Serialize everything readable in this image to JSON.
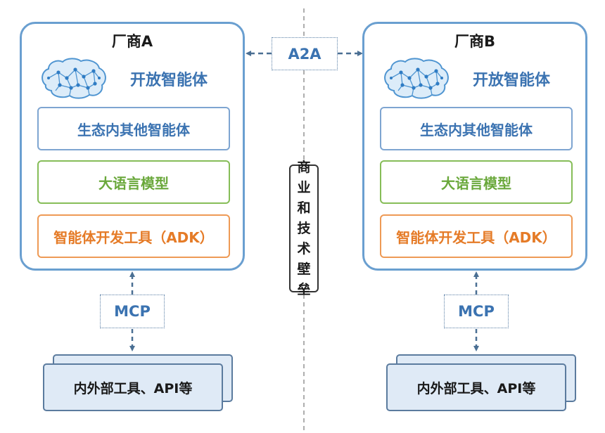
{
  "vendor_a": {
    "title": "厂商A",
    "open_agent": "开放智能体",
    "layers": [
      "生态内其他智能体",
      "大语言模型",
      "智能体开发工具（ADK）"
    ]
  },
  "vendor_b": {
    "title": "厂商B",
    "open_agent": "开放智能体",
    "layers": [
      "生态内其他智能体",
      "大语言模型",
      "智能体开发工具（ADK）"
    ]
  },
  "protocols": {
    "a2a": "A2A",
    "mcp_left": "MCP",
    "mcp_right": "MCP"
  },
  "tools": {
    "left": "内外部工具、API等",
    "right": "内外部工具、API等"
  },
  "wall": {
    "chars": [
      "商",
      "业",
      "和",
      "技",
      "术",
      "壁",
      "垒"
    ]
  },
  "colors": {
    "frame_blue": "#6a9fd0",
    "text_blue": "#3b73b1",
    "green": "#6aa83b",
    "orange": "#e57b27",
    "arrow": "#4a6f93"
  },
  "icons": {
    "brain": "brain-network-icon"
  }
}
